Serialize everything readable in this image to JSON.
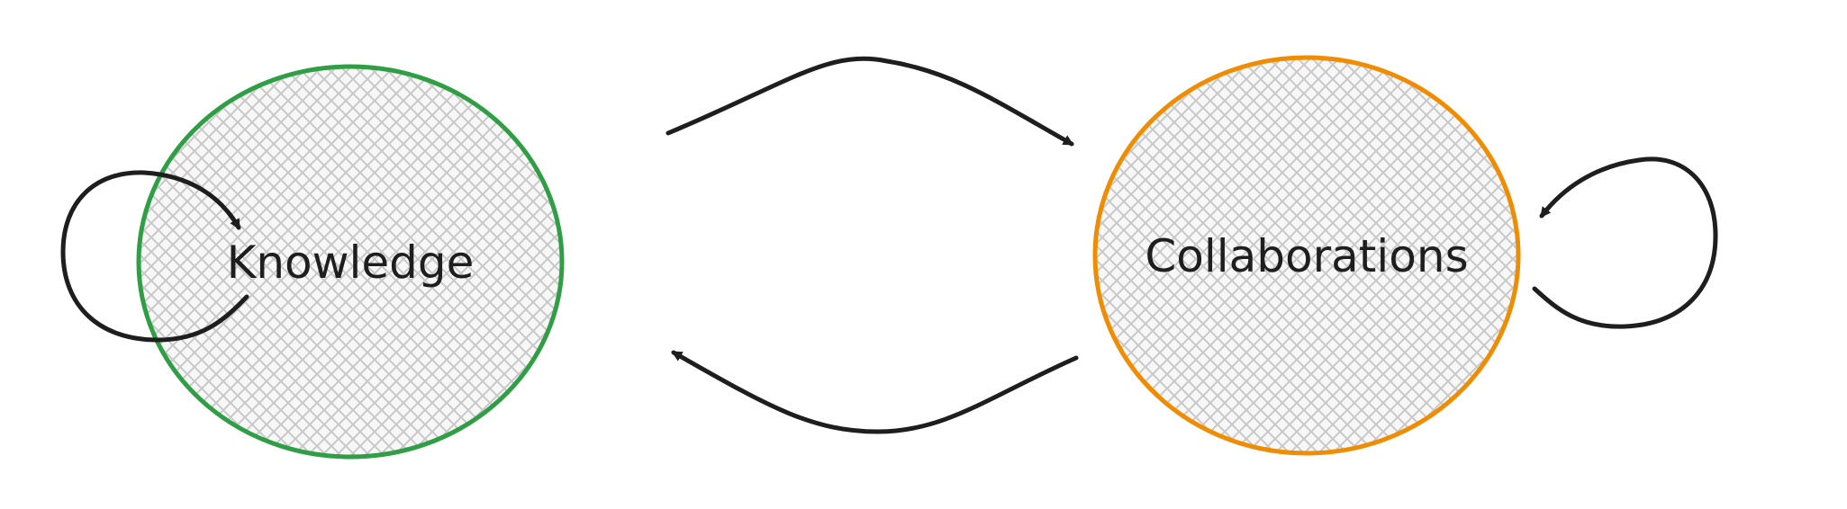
{
  "diagram": {
    "nodes": [
      {
        "id": "knowledge",
        "label": "Knowledge",
        "stroke_color": "#2f9e44",
        "fill": "hatched-gray"
      },
      {
        "id": "collaborations",
        "label": "Collaborations",
        "stroke_color": "#f08c00",
        "fill": "hatched-gray"
      }
    ],
    "edges": [
      {
        "from": "knowledge",
        "to": "collaborations"
      },
      {
        "from": "collaborations",
        "to": "knowledge"
      },
      {
        "from": "knowledge",
        "to": "knowledge"
      },
      {
        "from": "collaborations",
        "to": "collaborations"
      }
    ],
    "edge_color": "#1e1e1e"
  }
}
